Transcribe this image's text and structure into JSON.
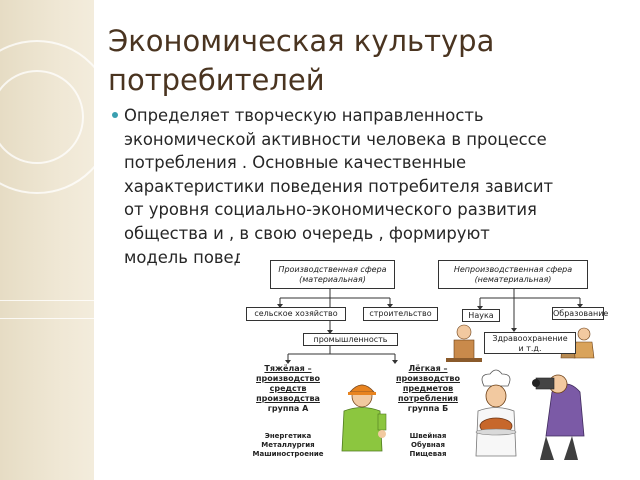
{
  "slide": {
    "title_line1": "Экономическая культура",
    "title_line2": "потребителей",
    "bullet_lines": [
      "Определяет творческую направленность",
      "экономической активности человека в процессе",
      "потребления . Основные качественные",
      "характеристики поведения потребителя зависит",
      "от уровня социально-экономического развития",
      "общества и , в свою очередь , формируют",
      "модель поведения общества"
    ]
  },
  "diagram": {
    "prod_sphere_line1": "Производственная сфера",
    "prod_sphere_line2": "(материальная)",
    "nonprod_sphere_line1": "Непроизводственная сфера",
    "nonprod_sphere_line2": "(нематериальная)",
    "agriculture": "сельское хозяйство",
    "construction": "строительство",
    "industry": "промышленность",
    "science": "Наука",
    "education": "Образование",
    "health_line1": "Здравоохранение",
    "health_line2": "и т.д.",
    "heavy_line1": "Тяжёлая –",
    "heavy_line2": "производство",
    "heavy_line3": "средств",
    "heavy_line4": "производства",
    "heavy_line5": "группа А",
    "light_line1": "Лёгкая –",
    "light_line2": "производство",
    "light_line3": "предметов",
    "light_line4": "потребления",
    "light_line5": "группа Б",
    "heavy_examples": [
      "Энергетика",
      "Металлургия",
      "Машиностроение"
    ],
    "light_examples": [
      "Швейная",
      "Обувная",
      "Пищевая"
    ]
  },
  "colors": {
    "title": "#4a3420",
    "bullet": "#3a9fb0",
    "strip": "#e6dcc4"
  }
}
